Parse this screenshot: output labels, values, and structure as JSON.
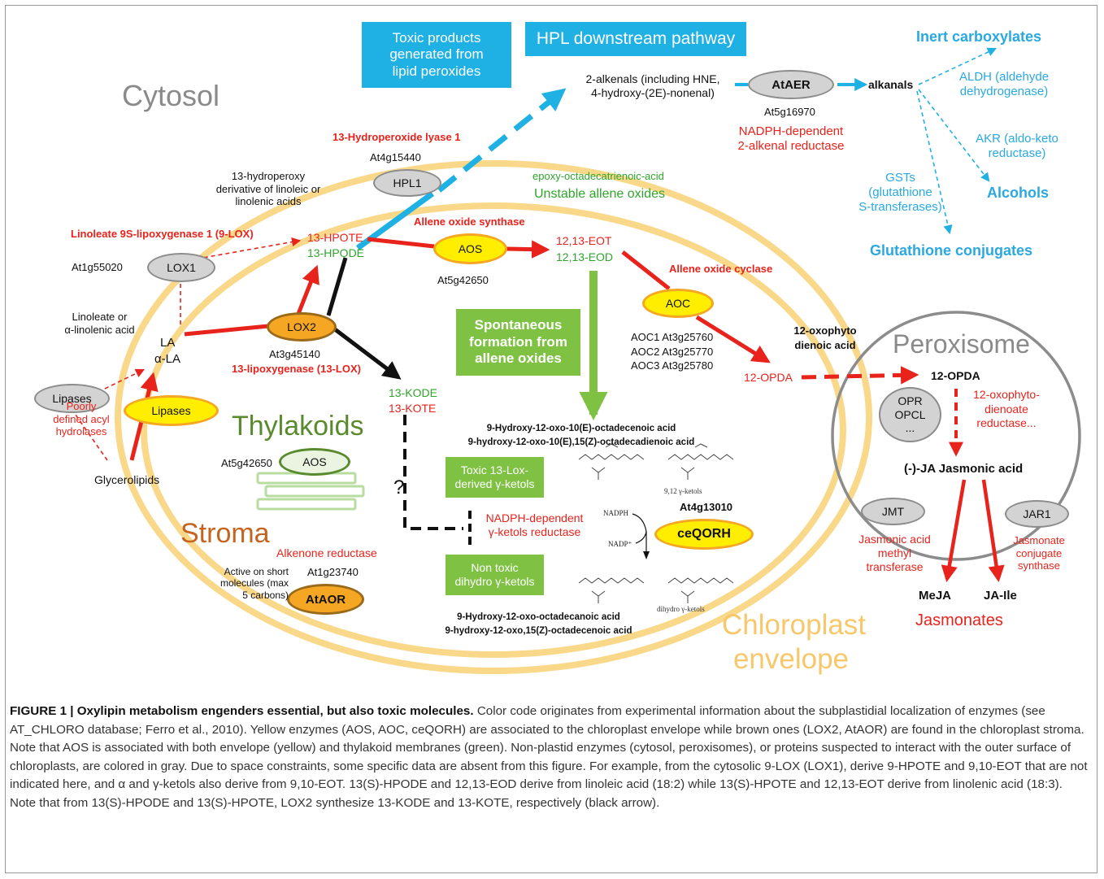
{
  "compartments": {
    "cytosol": "Cytosol",
    "chloroplast_line1": "Chloroplast",
    "chloroplast_line2": "envelope",
    "stroma": "Stroma",
    "thylakoids": "Thylakoids",
    "peroxisome": "Peroxisome"
  },
  "boxes": {
    "toxic_products": [
      "Toxic products",
      "generated from",
      "lipid peroxides"
    ],
    "hpl_downstream": "HPL downstream pathway",
    "spontaneous": [
      "Spontaneous",
      "formation from",
      "allene oxides"
    ],
    "toxic_ketols": [
      "Toxic 13-Lox-",
      "derived γ-ketols"
    ],
    "nontoxic_ketols": [
      "Non toxic",
      "dihydro γ-ketols"
    ]
  },
  "enzymes": {
    "hpl1": "HPL1",
    "lox1": "LOX1",
    "lox2": "LOX2",
    "aos": "AOS",
    "aos_thylakoid": "AOS",
    "aoc": "AOC",
    "ataer": "AtAER",
    "lipases_gray": "Lipases",
    "lipases_yellow": "Lipases",
    "ceqorh": "ceQORH",
    "ataor": "AtAOR",
    "opr": [
      "OPR",
      "OPCL",
      "..."
    ],
    "jmt": "JMT",
    "jar1": "JAR1"
  },
  "labels": {
    "hpl_name": "13-Hydroperoxide lyase 1",
    "hpl_gene": "At4g15440",
    "hydroperoxy": [
      "13-hydroperoxy",
      "derivative of linoleic or",
      "linolenic acids"
    ],
    "lox1_name": "Linoleate 9S-lipoxygenase 1 (9-LOX)",
    "lox1_gene": "At1g55020",
    "hpote": "13-HPOTE",
    "hpode": "13-HPODE",
    "aos_name": "Allene oxide synthase",
    "aos_gene": "At5g42650",
    "eot": "12,13-EOT",
    "eod": "12,13-EOD",
    "epoxy": "epoxy-octadecatrienoic-acid",
    "unstable": "Unstable allene oxides",
    "alkenals": [
      "2-alkenals (including HNE,",
      "4-hydroxy-(2E)-nonenal)"
    ],
    "ataer_gene": "At5g16970",
    "ataer_name": [
      "NADPH-dependent",
      "2-alkenal reductase"
    ],
    "alkanals": "alkanals",
    "inert": "Inert carboxylates",
    "aldh": [
      "ALDH (aldehyde",
      "dehydrogenase)"
    ],
    "akr": [
      "AKR (aldo-keto",
      "reductase)"
    ],
    "gsts": [
      "GSTs",
      "(glutathione",
      "S-transferases)"
    ],
    "alcohols": "Alcohols",
    "glutathione": "Glutathione conjugates",
    "aoc_name": "Allene oxide cyclase",
    "aoc_genes": [
      "AOC1 At3g25760",
      "AOC2 At3g25770",
      "AOC3 At3g25780"
    ],
    "opda_name": [
      "12-oxophyto",
      "dienoic acid"
    ],
    "opda_red": "12-OPDA",
    "opda_black": "12-OPDA",
    "opr_name": [
      "12-oxophyto-",
      "dienoate",
      "reductase..."
    ],
    "ja": "(-)-JA Jasmonic acid",
    "jmt_name": [
      "Jasmonic acid",
      "methyl",
      "transferase"
    ],
    "jar1_name": [
      "Jasmonate",
      "conjugate",
      "synthase"
    ],
    "meja": "MeJA",
    "jaile": "JA-Ile",
    "jasmonates": "Jasmonates",
    "linoleate": [
      "Linoleate or",
      "α-linolenic acid"
    ],
    "la": "LA",
    "ala": "α-LA",
    "lox2_gene": "At3g45140",
    "lox2_name": "13-lipoxygenase (13-LOX)",
    "kode": "13-KODE",
    "kote": "13-KOTE",
    "poorly": [
      "Poorly",
      "defined acyl",
      "hydrolases"
    ],
    "glycerolipids": "Glycerolipids",
    "aos_thy_gene": "At5g42650",
    "question": "?",
    "ketol_top": [
      "9-Hydroxy-12-oxo-10(E)-octadecenoic acid",
      "9-hydroxy-12-oxo-10(E),15(Z)-octadecadienoic acid"
    ],
    "ketol_bottom": [
      "9-Hydroxy-12-oxo-octadecanoic acid",
      "9-hydroxy-12-oxo,15(Z)-octadecenoic acid"
    ],
    "nadph_red": [
      "NADPH-dependent",
      "γ-ketols reductase"
    ],
    "ceqorh_gene": "At4g13010",
    "nadph": "NADPH",
    "nadp": "NADP⁺",
    "gamma912": "9,12 γ-ketols",
    "dihydro_small": "dihydro γ-ketols",
    "alkenone": "Alkenone reductase",
    "ataor_gene": "At1g23740",
    "active": [
      "Active on short",
      "molecules (max",
      "5 carbons)"
    ]
  },
  "caption": {
    "lead": "FIGURE 1 | Oxylipin metabolism engenders essential, but also toxic molecules.",
    "body": "Color code originates from experimental information about the subplastidial localization of enzymes (see AT_CHLORO database; Ferro et al., 2010). Yellow enzymes (AOS, AOC, ceQORH) are associated to the chloroplast envelope while brown ones (LOX2, AtAOR) are found in the chloroplast stroma. Note that AOS is associated with both envelope (yellow) and thylakoid membranes (green). Non-plastid enzymes (cytosol, peroxisomes), or proteins suspected to interact with the outer surface of chloroplasts, are colored in gray. Due to space constraints, some specific data are absent from this figure. For example, from the cytosolic 9-LOX (LOX1), derive 9-HPOTE and 9,10-EOT that are not indicated here, and α and γ-ketols also derive from 9,10-EOT. 13(S)-HPODE and 12,13-EOD derive from linoleic acid (18:2) while 13(S)-HPOTE and 12,13-EOT derive from linolenic acid (18:3). Note that from 13(S)-HPODE and 13(S)-HPOTE, LOX2 synthesize 13-KODE and 13-KOTE, respectively (black arrow)."
  },
  "colors": {
    "red": "#e8231c",
    "green": "#2fa52c",
    "cyan": "#1fb0e4",
    "envelope": "#f9d889",
    "enzyme_yellow": "#ffee00",
    "enzyme_brown": "#f5a623",
    "gray": "#d3d3d3"
  },
  "icons": [
    "peroxisome-membrane",
    "chloroplast-envelope",
    "thylakoid-stack",
    "molecule-structure"
  ]
}
